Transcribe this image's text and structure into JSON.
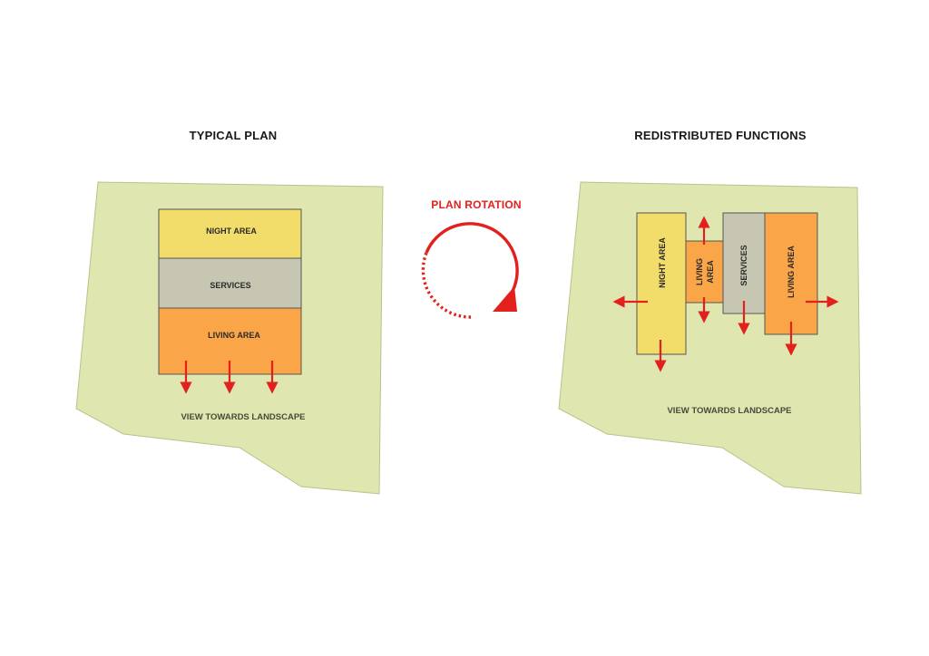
{
  "left_panel": {
    "title": "TYPICAL PLAN",
    "zones": {
      "night": "NIGHT AREA",
      "services": "SERVICES",
      "living": "LIVING AREA"
    },
    "view_label": "VIEW TOWARDS LANDSCAPE"
  },
  "center": {
    "title": "PLAN ROTATION"
  },
  "right_panel": {
    "title": "REDISTRIBUTED FUNCTIONS",
    "zones": {
      "night": "NIGHT AREA",
      "living_small_line1": "LIVING",
      "living_small_line2": "AREA",
      "services": "SERVICES",
      "living_large": "LIVING AREA"
    },
    "view_label": "VIEW TOWARDS LANDSCAPE"
  },
  "colors": {
    "site": "#dfe6b0",
    "site_stroke": "#b9c28a",
    "night": "#f2dc6a",
    "services": "#c6c6b2",
    "living": "#f9a548",
    "arrow": "#e2201c"
  }
}
